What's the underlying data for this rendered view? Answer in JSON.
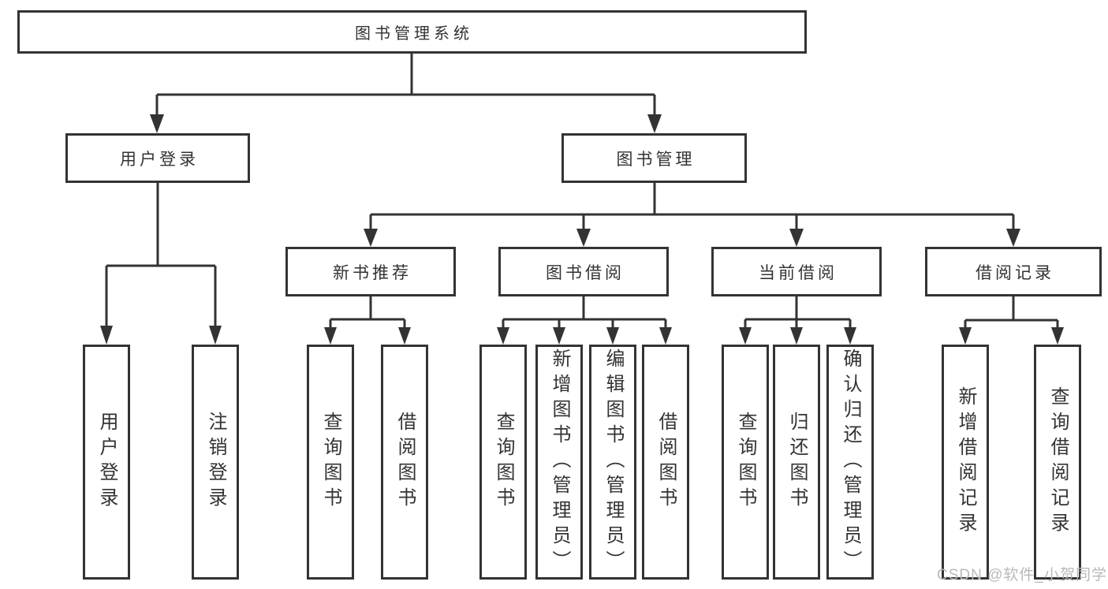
{
  "diagram": {
    "root": {
      "label": "图书管理系统"
    },
    "branches": [
      {
        "label": "用户登录",
        "children": [
          {
            "label": "用户登录"
          },
          {
            "label": "注销登录"
          }
        ]
      },
      {
        "label": "图书管理",
        "children": [
          {
            "label": "新书推荐",
            "children": [
              {
                "label": "查询图书"
              },
              {
                "label": "借阅图书"
              }
            ]
          },
          {
            "label": "图书借阅",
            "children": [
              {
                "label": "查询图书"
              },
              {
                "label": "新增图书（管理员）"
              },
              {
                "label": "编辑图书（管理员）"
              },
              {
                "label": "借阅图书"
              }
            ]
          },
          {
            "label": "当前借阅",
            "children": [
              {
                "label": "查询图书"
              },
              {
                "label": "归还图书"
              },
              {
                "label": "确认归还（管理员）"
              }
            ]
          },
          {
            "label": "借阅记录",
            "children": [
              {
                "label": "新增借阅记录"
              },
              {
                "label": "查询借阅记录"
              }
            ]
          }
        ]
      }
    ]
  },
  "watermark": {
    "text": "CSDN @软件_小贺同学"
  },
  "colors": {
    "line": "#333333",
    "box_border": "#333333",
    "box_fill": "#ffffff",
    "text": "#333333",
    "watermark": "#b9b9b9",
    "background": "#ffffff"
  }
}
